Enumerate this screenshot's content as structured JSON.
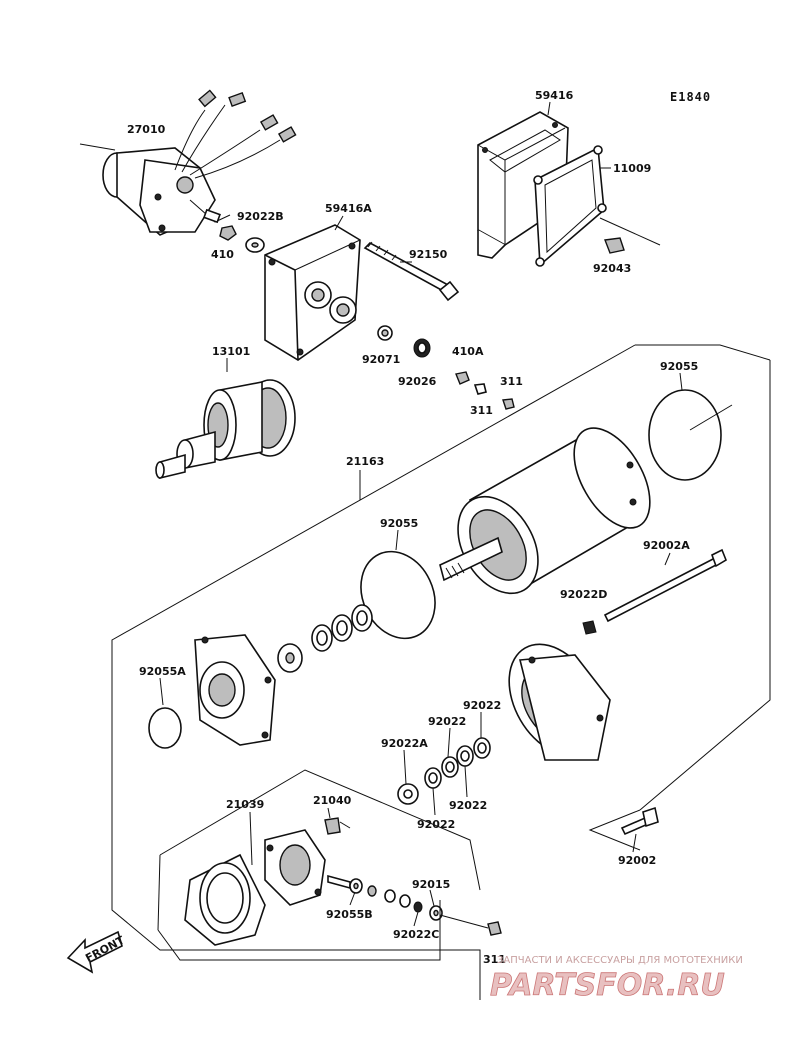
{
  "diagram_code": "E1840",
  "watermark": {
    "subtitle": "ЗАПЧАСТИ И АКСЕССУАРЫ ДЛЯ МОТОТЕХНИКИ",
    "logo": "PARTSFOR.RU"
  },
  "front_arrow": "FRONT",
  "parts": {
    "p27010": "27010",
    "p410": "410",
    "p92022B": "92022B",
    "p59416A": "59416A",
    "p59416": "59416",
    "p11009": "11009",
    "p92150": "92150",
    "p92043": "92043",
    "p13101": "13101",
    "p92071": "92071",
    "p92026": "92026",
    "p410A": "410A",
    "p311a": "311",
    "p311b": "311",
    "p311c": "311",
    "p92055_top": "92055",
    "p21163": "21163",
    "p92055_mid": "92055",
    "p92002A": "92002A",
    "p92022D": "92022D",
    "p92055A": "92055A",
    "p92022_a": "92022",
    "p92022_b": "92022",
    "p92022A": "92022A",
    "p92022_c": "92022",
    "p92022_d": "92022",
    "p21039": "21039",
    "p21040": "21040",
    "p92015": "92015",
    "p92055B": "92055B",
    "p92022C": "92022C",
    "p92002": "92002"
  }
}
